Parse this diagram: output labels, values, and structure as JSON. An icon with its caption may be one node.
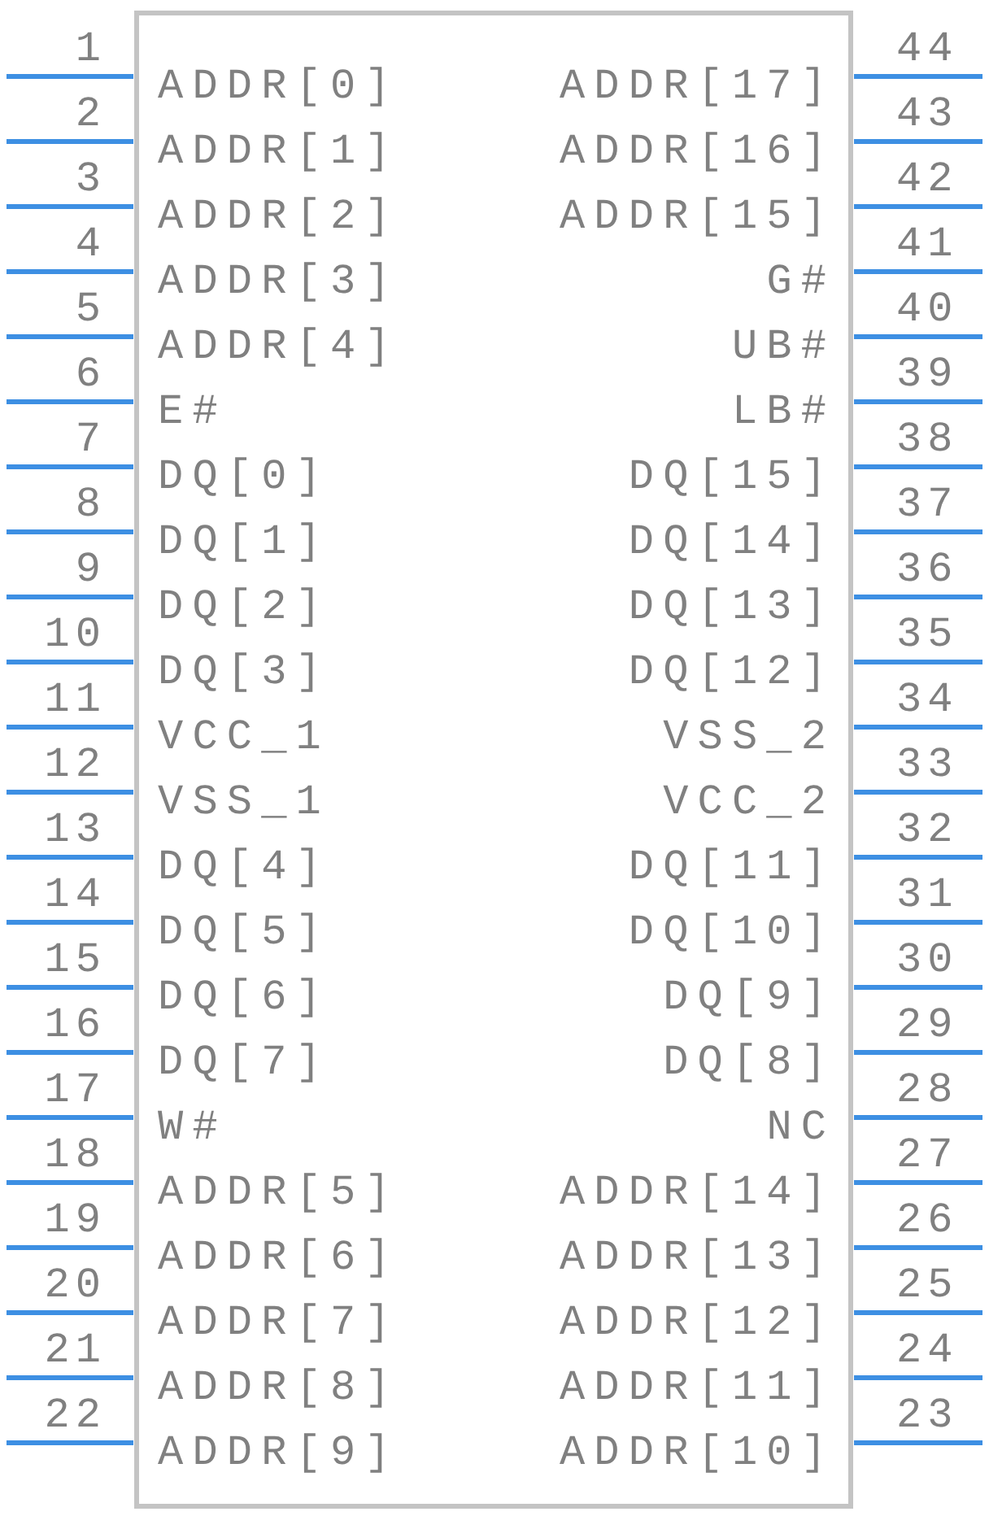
{
  "diagram": {
    "nodes": [
      {
        "text": [],
        "shape": "box"
      }
    ],
    "labels": [
      "1",
      "ADDR[0]",
      "ADDR[17]",
      "44",
      "2",
      "ADDR[1]",
      "ADDR[16]",
      "43",
      "3",
      "ADDR[2]",
      "ADDR[15]",
      "42",
      "4",
      "ADDR[3]",
      "G#",
      "41",
      "5",
      "ADDR[4]",
      "UB#",
      "40",
      "6",
      "E#",
      "LB#",
      "39",
      "7",
      "DQ[0]",
      "DQ[15]",
      "38",
      "8",
      "DQ[1]",
      "DQ[14]",
      "37",
      "9",
      "DQ[2]",
      "DQ[13]",
      "36",
      "10",
      "DQ[3]",
      "DQ[12]",
      "35",
      "11",
      "VCC_1",
      "VSS_2",
      "34",
      "12",
      "VSS_1",
      "VCC_2",
      "33",
      "13",
      "DQ[4]",
      "DQ[11]",
      "32",
      "14",
      "DQ[5]",
      "DQ[10]",
      "31",
      "15",
      "DQ[6]",
      "DQ[9]",
      "30",
      "16",
      "DQ[7]",
      "DQ[8]",
      "29",
      "17",
      "W#",
      "NC",
      "28",
      "18",
      "ADDR[5]",
      "ADDR[14]",
      "27",
      "19",
      "ADDR[6]",
      "ADDR[13]",
      "26",
      "20",
      "ADDR[7]",
      "ADDR[12]",
      "25",
      "21",
      "ADDR[8]",
      "ADDR[11]",
      "24",
      "22",
      "ADDR[9]",
      "ADDR[10]",
      "23"
    ]
  }
}
